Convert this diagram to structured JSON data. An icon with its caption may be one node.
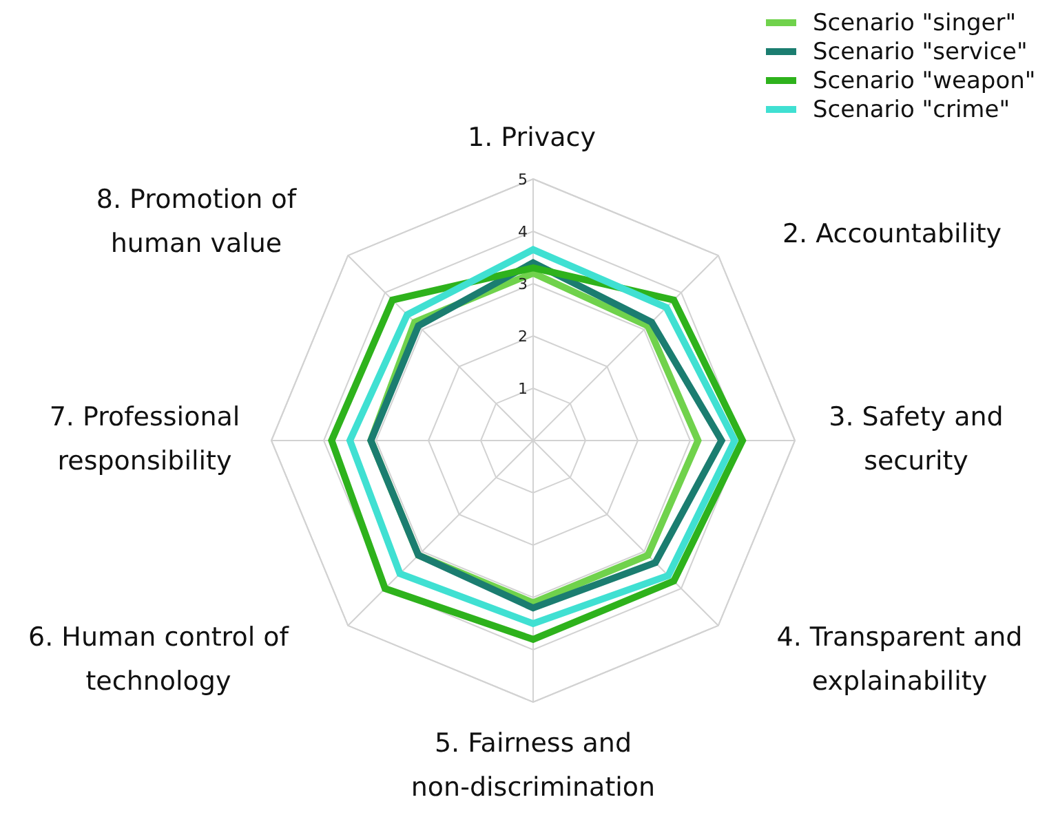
{
  "diagram": {
    "chart_data": {
      "type": "radar",
      "categories": [
        "1. Privacy",
        "2. Accountability",
        "3. Safety and security",
        "4. Transparent and explainability",
        "5. Fairness and non-discrimination",
        "6. Human control of technology",
        "7. Professional responsibility",
        "8. Promotion of human value"
      ],
      "ylim": [
        0,
        5
      ],
      "legend": true,
      "yticks": [
        1,
        2,
        3,
        4,
        5
      ],
      "series": [
        {
          "name": "Scenario \"singer\"",
          "color": "#70d24c",
          "values": [
            3.2,
            3.1,
            3.15,
            3.1,
            3.1,
            3.1,
            3.1,
            3.2
          ]
        },
        {
          "name": "Scenario \"service\"",
          "color": "#1b7d70",
          "values": [
            3.4,
            3.2,
            3.6,
            3.3,
            3.2,
            3.1,
            3.1,
            3.1
          ]
        },
        {
          "name": "Scenario \"weapon\"",
          "color": "#2eb21c",
          "values": [
            3.3,
            3.8,
            4.0,
            3.8,
            3.8,
            4.0,
            3.85,
            3.8
          ]
        },
        {
          "name": "Scenario \"crime\"",
          "color": "#40e0d2",
          "values": [
            3.65,
            3.6,
            3.85,
            3.65,
            3.5,
            3.6,
            3.5,
            3.4
          ]
        }
      ]
    }
  }
}
